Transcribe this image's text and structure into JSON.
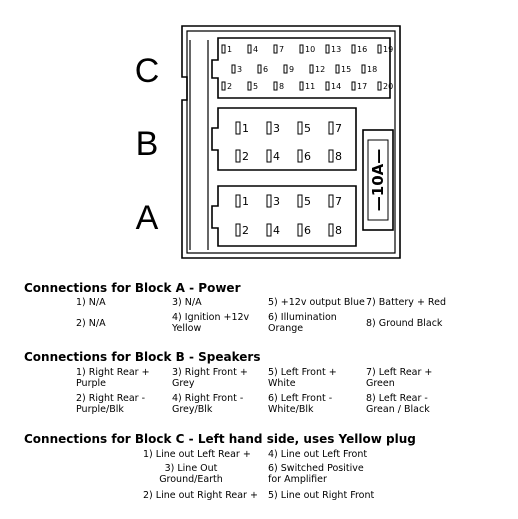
{
  "diagram": {
    "block_letters": [
      "C",
      "B",
      "A"
    ],
    "fuse_label": "—10A—",
    "block_c_pins": [
      [
        "1",
        "4",
        "7",
        "10",
        "13",
        "16",
        "19"
      ],
      [
        "3",
        "6",
        "9",
        "12",
        "15",
        "18"
      ],
      [
        "2",
        "5",
        "8",
        "11",
        "14",
        "17",
        "20"
      ]
    ],
    "block_b_pins": [
      [
        "1",
        "3",
        "5",
        "7"
      ],
      [
        "2",
        "4",
        "6",
        "8"
      ]
    ],
    "block_a_pins": [
      [
        "1",
        "3",
        "5",
        "7"
      ],
      [
        "2",
        "4",
        "6",
        "8"
      ]
    ]
  },
  "block_a": {
    "title": "Connections for Block A - Power",
    "pins": [
      "1) N/A",
      "3) N/A",
      "5) +12v output Blue",
      "7) Battery + Red",
      "2) N/A",
      "4) Ignition +12v\nYellow",
      "6) Illumination\nOrange",
      "8) Ground  Black"
    ]
  },
  "block_b": {
    "title": "Connections for Block B - Speakers",
    "pins": [
      "1) Right Rear +\nPurple",
      "3) Right Front +\nGrey",
      "5) Left Front +\nWhite",
      "7) Left Rear +\nGreen",
      "2) Right Rear -\nPurple/Blk",
      "4) Right Front -\nGrey/Blk",
      "6) Left Front -\nWhite/Blk",
      "8) Left Rear -\nGrean / Black"
    ]
  },
  "block_c": {
    "title": "Connections for Block C - Left hand side, uses Yellow plug",
    "pins": [
      "1) Line out Left Rear +",
      "4) Line out Left Front",
      "3) Line Out\nGround/Earth",
      "6) Switched Positive\nfor Amplifier",
      "2) Line out Right Rear +",
      "5) Line out Right Front"
    ]
  }
}
